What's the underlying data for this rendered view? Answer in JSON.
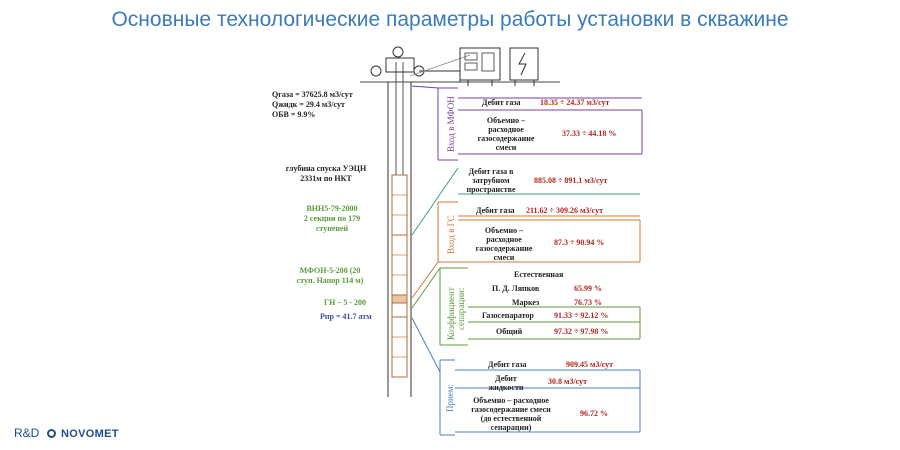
{
  "title": "Основные технологические параметры работы установки в скважине",
  "left": {
    "q_gas": "Qгаза = 37625.8  м3/сут",
    "q_liquid": "Qжидк = 29.4 м3/сут",
    "obv": "ОБВ = 9.9%",
    "depth_1": "глубина спуска УЭЦН",
    "depth_2": "2331м по НКТ",
    "pump_1": "ВНН5-79-2000",
    "pump_2": "2 секции по 179",
    "pump_3": "ступеней",
    "mfon_1": "МФОН-5-200 (20",
    "mfon_2": "ступ. Напор 114 м)",
    "gn": "ГН – 5 - 200",
    "ppr": "Рпр = 41.7 атм"
  },
  "mfon": {
    "label": "Вход в МФОН",
    "gas_label": "Дебит газа",
    "gas_value": "18.35 ÷ 24.37 м3/сут",
    "gas_content_label_1": "Объемно –",
    "gas_content_label_2": "расходное",
    "gas_content_label_3": "газосодержание",
    "gas_content_label_4": "смеси",
    "gas_content_value": "37.33 ÷ 44.18 %"
  },
  "annulus": {
    "label_1": "Дебит газа в",
    "label_2": "затрубном",
    "label_3": "пространстве",
    "value": "885.08 ÷ 891.1  м3/сут"
  },
  "gs": {
    "label": "Вход в ГС",
    "gas_label": "Дебит газа",
    "gas_value": "211.62 ÷ 309.26 м3/сут",
    "gas_content_label_1": "Объемно –",
    "gas_content_label_2": "расходное",
    "gas_content_label_3": "газосодержание",
    "gas_content_label_4": "смеси",
    "gas_content_value": "87.3 ÷ 90.94 %"
  },
  "separation": {
    "label_1": "Коэффициент",
    "label_2": "сепарации:",
    "natural": "Естественная",
    "lyapkov_label": "П. Д. Ляпков",
    "lyapkov_value": "65.99 %",
    "markez_label": "Маркез",
    "markez_value": "76.73 %",
    "gas_separator_label": "Газосепаратор",
    "gas_separator_value": "91.33 ÷ 92.12 %",
    "total_label": "Общий",
    "total_value": "97.32 ÷ 97.98 %"
  },
  "intake": {
    "label": "Прием:",
    "gas_label": "Дебит газа",
    "gas_value": "909.45  м3/сут",
    "liquid_label_1": "Дебит",
    "liquid_label_2": "жидкости",
    "liquid_value": "30.8 м3/сут",
    "gas_content_label_1": "Объемно – расходное",
    "gas_content_label_2": "газосодержание смеси",
    "gas_content_label_3": "(до естественной",
    "gas_content_label_4": "сепарации)",
    "gas_content_value": "96.72 %"
  },
  "logo": {
    "rd": "R&D",
    "brand": "NOVOMET"
  },
  "colors": {
    "title": "#3b7bb8",
    "mfon": "#7a3fa0",
    "annulus": "#3aa07a",
    "gs": "#d07a3a",
    "separation": "#5c9a3a",
    "intake": "#4a7fc0",
    "value_red": "#b3261e",
    "logo": "#1e4e8c"
  }
}
